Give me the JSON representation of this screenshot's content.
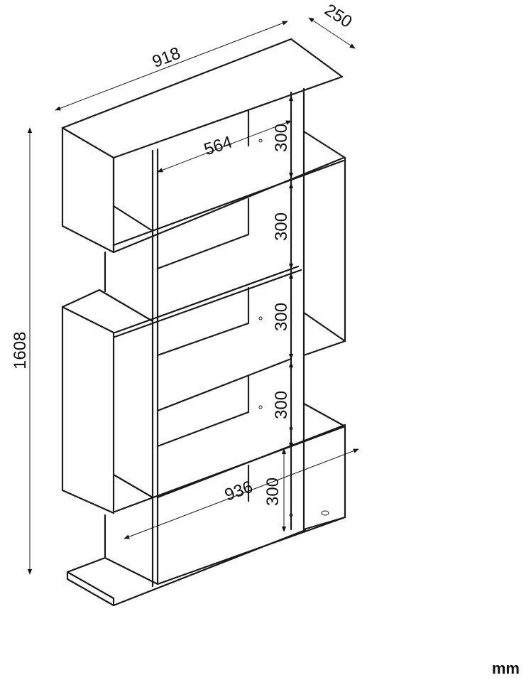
{
  "unit": "mm",
  "dimensions": {
    "total_width": "918",
    "depth": "250",
    "height": "1608",
    "inner_width": "564",
    "base_width": "936",
    "shelf_spacings": [
      "300",
      "300",
      "300",
      "300",
      "300"
    ]
  }
}
